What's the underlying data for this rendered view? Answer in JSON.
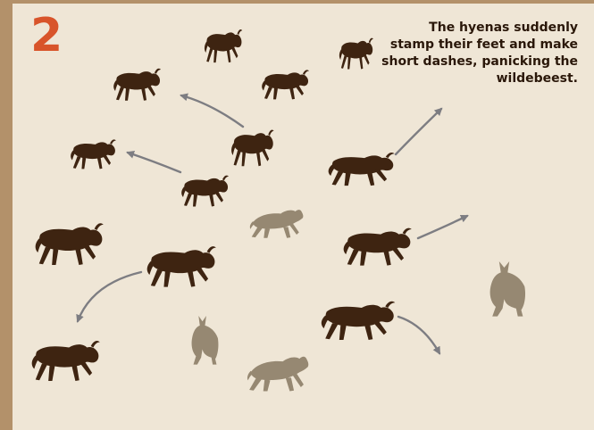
{
  "figure": {
    "step_number": "2",
    "caption": "The hyenas suddenly stamp their feet and make short dashes, panicking the wildebeest.",
    "colors": {
      "background": "#efe6d6",
      "border": "#b3916a",
      "wildebeest": "#3e2411",
      "hyena": "#968872",
      "arrow": "#7d7d82",
      "step_number": "#d8542a",
      "caption_text": "#2a1709"
    },
    "icons": {
      "wildebeest": "wildebeest-silhouette-icon",
      "hyena": "hyena-silhouette-icon",
      "arrow": "motion-arrow-icon"
    },
    "counts": {
      "wildebeest": 13,
      "hyenas": 4,
      "arrows": 6
    }
  }
}
